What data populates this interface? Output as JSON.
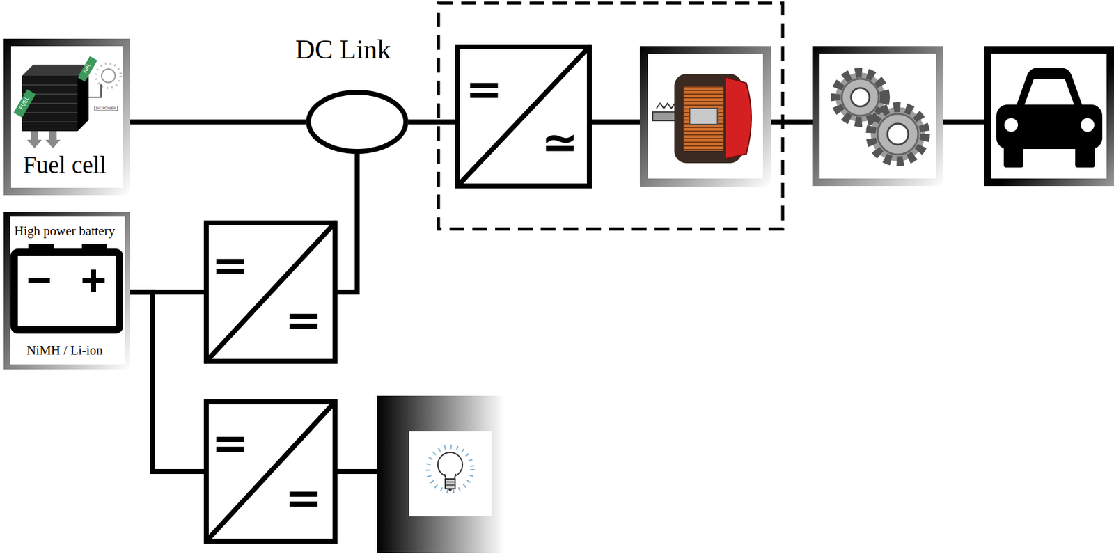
{
  "diagram": {
    "nodes": [
      {
        "text": [
          "Fuel cell"
        ]
      },
      {
        "text": [
          "DC Link"
        ]
      },
      {
        "text": [
          "=",
          "≃"
        ]
      },
      {
        "text": [
          "High power battery",
          "NiMH / Li-ion"
        ]
      },
      {
        "text": [
          "=",
          "="
        ]
      },
      {
        "text": [
          "=",
          "="
        ]
      }
    ],
    "edges": [
      {
        "from": 0,
        "to": 1,
        "arrow": "none"
      },
      {
        "from": 1,
        "to": 2,
        "arrow": "none"
      },
      {
        "from": 3,
        "to": 4,
        "arrow": "none"
      },
      {
        "from": 4,
        "to": 1,
        "arrow": "none"
      },
      {
        "from": 3,
        "to": 5,
        "arrow": "none"
      }
    ],
    "labels": [
      "FUEL",
      "AIR",
      "DC POWER"
    ]
  }
}
